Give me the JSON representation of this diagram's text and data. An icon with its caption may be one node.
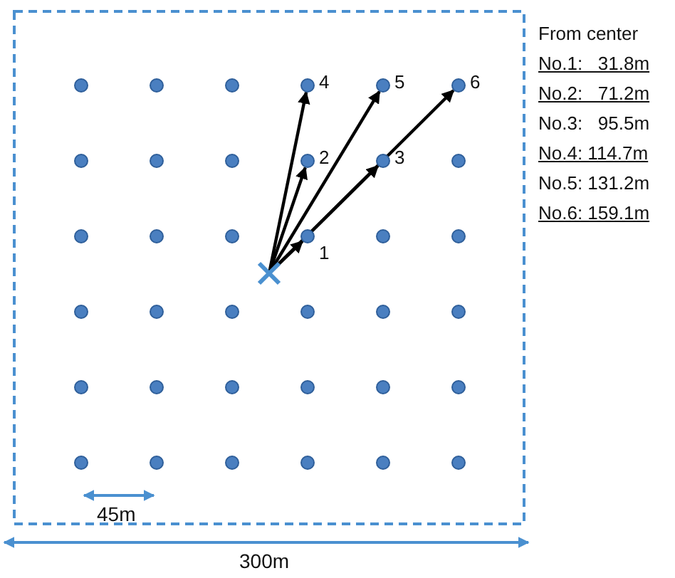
{
  "diagram": {
    "nodes": [
      {
        "text": [],
        "shape": "cross"
      },
      {
        "text": [],
        "shape": "circle",
        "beside": [
          "1"
        ]
      },
      {
        "text": [],
        "shape": "circle",
        "beside": [
          "2"
        ]
      },
      {
        "text": [],
        "shape": "circle",
        "beside": [
          "3"
        ]
      },
      {
        "text": [],
        "shape": "circle",
        "beside": [
          "4"
        ]
      },
      {
        "text": [],
        "shape": "circle",
        "beside": [
          "5"
        ]
      },
      {
        "text": [],
        "shape": "circle",
        "beside": [
          "6"
        ]
      }
    ],
    "edges": [
      {
        "from": 0,
        "to": 1,
        "arrow": "to"
      },
      {
        "from": 0,
        "to": 2,
        "arrow": "to"
      },
      {
        "from": 0,
        "to": 3,
        "arrow": "to"
      },
      {
        "from": 0,
        "to": 4,
        "arrow": "to"
      },
      {
        "from": 0,
        "to": 5,
        "arrow": "to"
      },
      {
        "from": 0,
        "to": 6,
        "arrow": "to"
      }
    ],
    "labels": [
      "From center",
      "No.1:   31.8m",
      "No.2:   71.2m",
      "No.3:   95.5m",
      "No.4: 114.7m",
      "No.5: 131.2m",
      "No.6: 159.1m",
      "45m",
      "300m"
    ]
  }
}
